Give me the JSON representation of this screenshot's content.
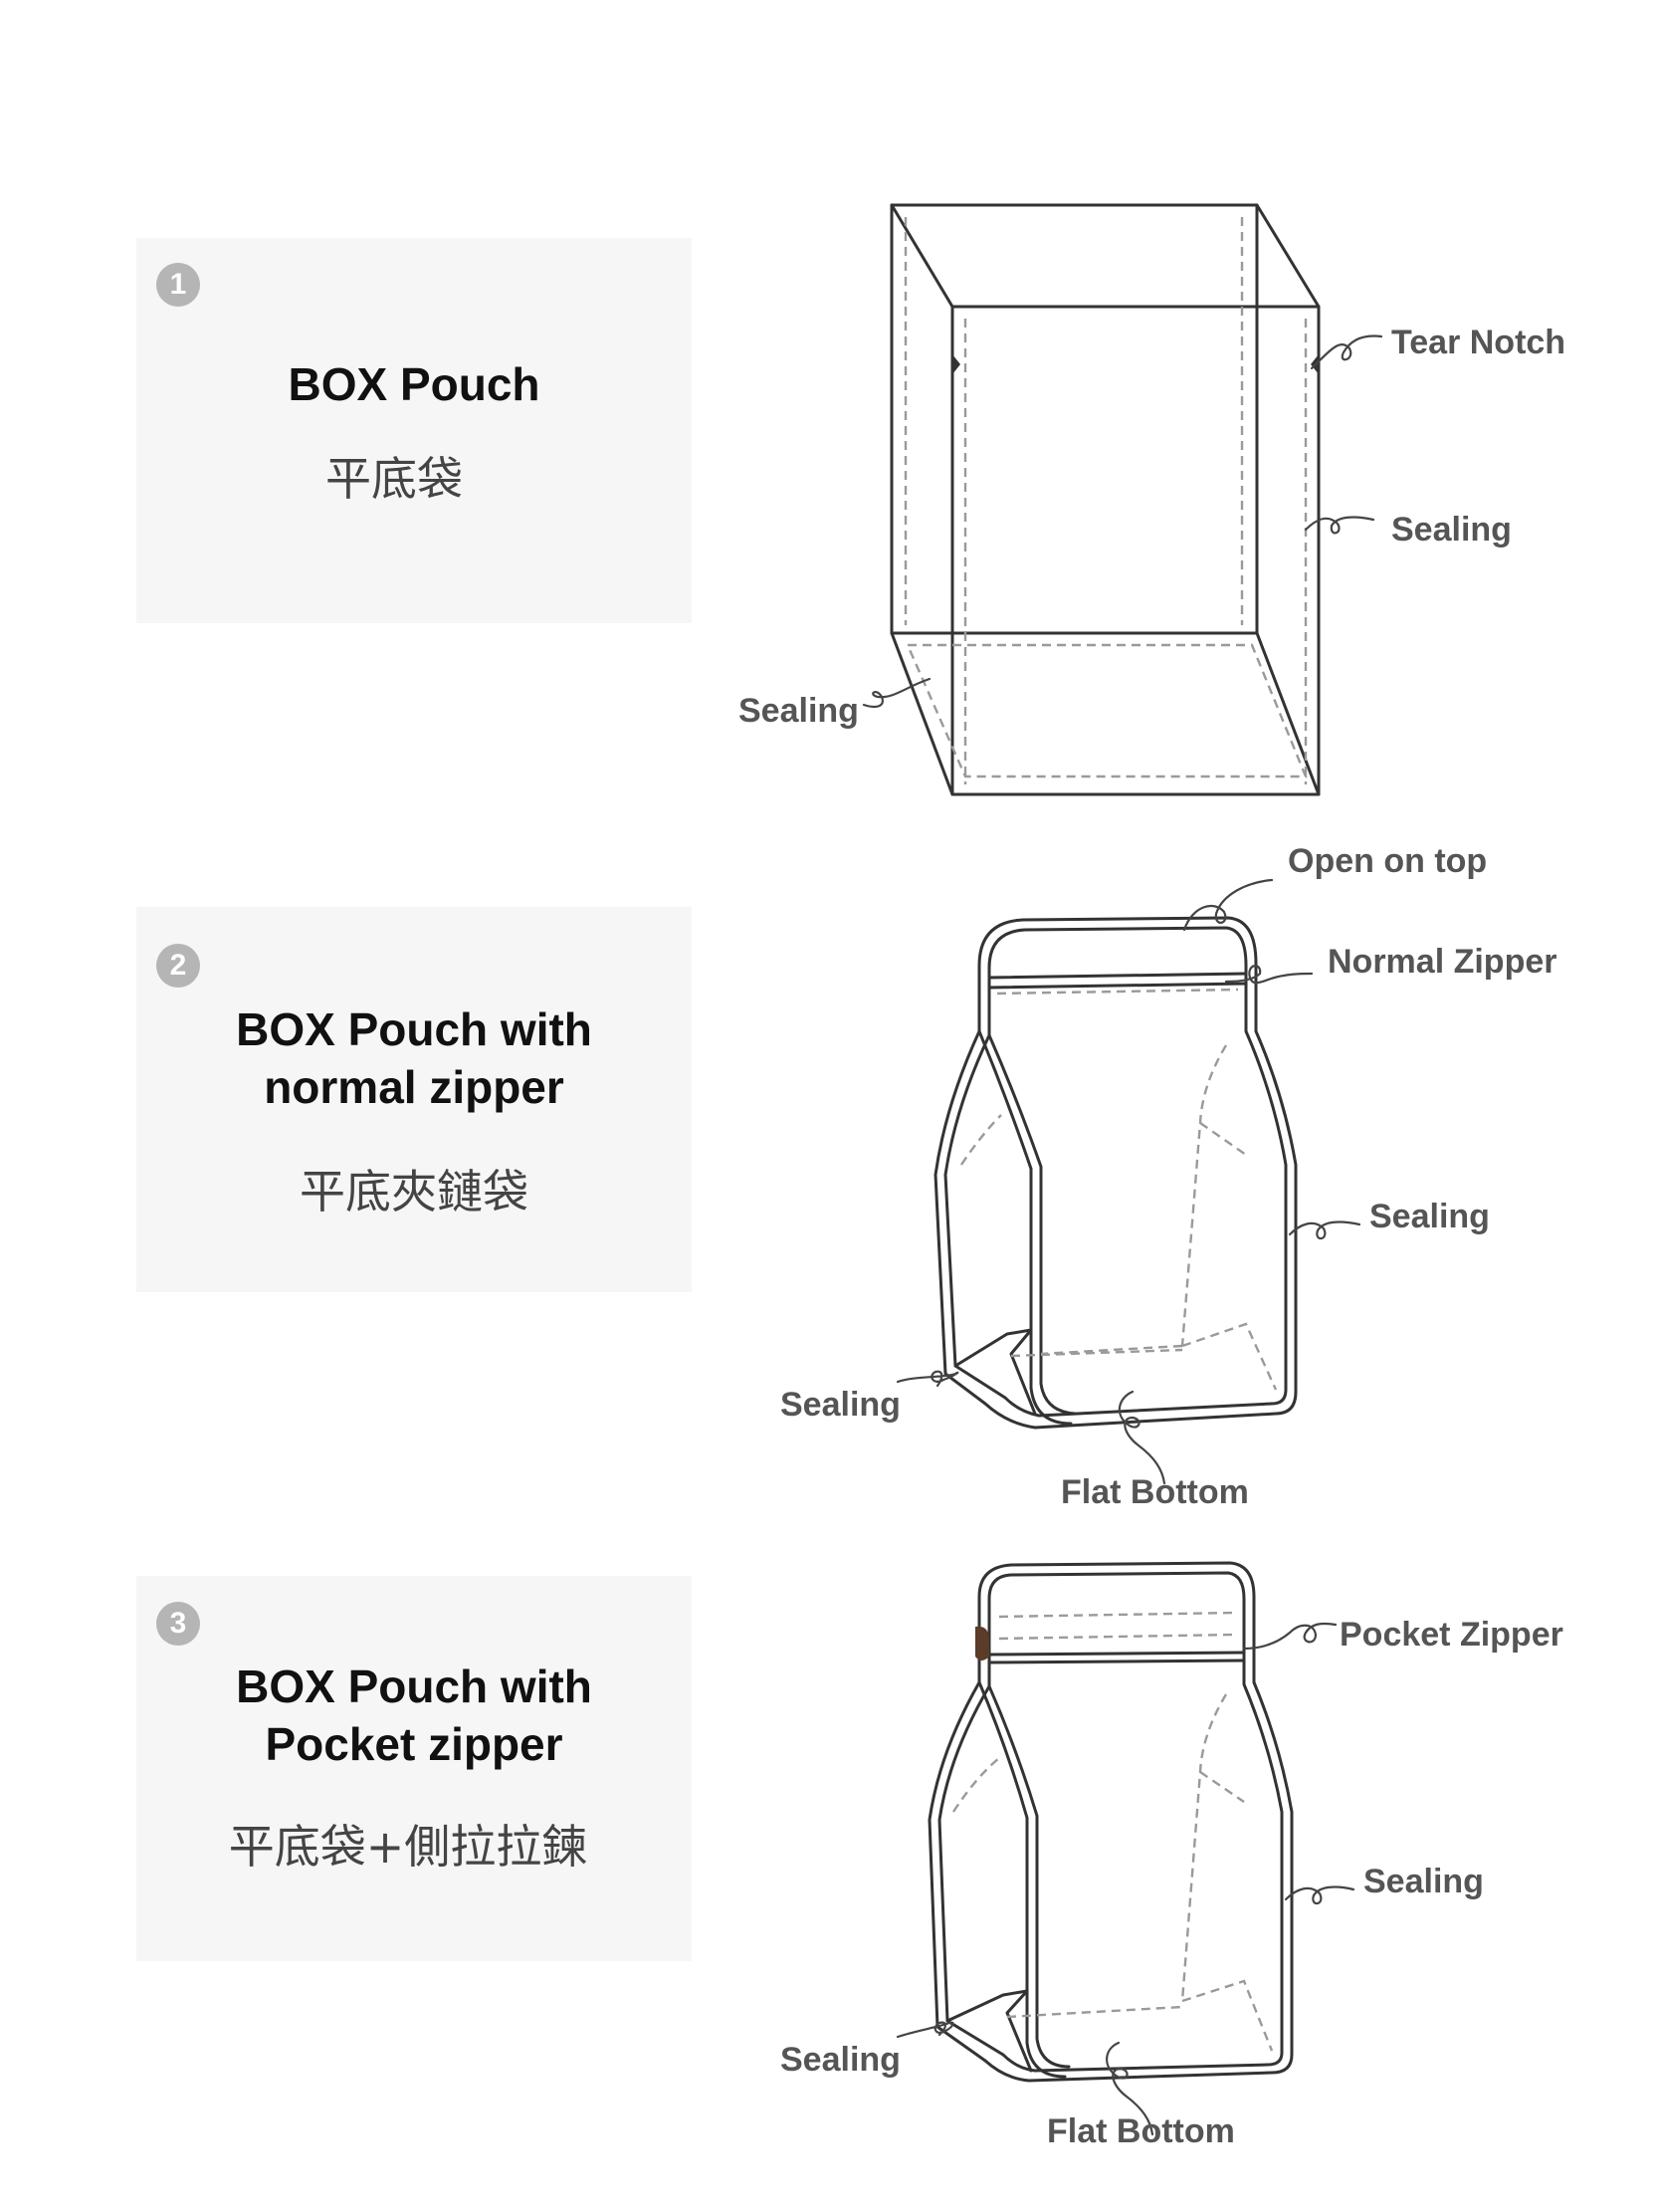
{
  "colors": {
    "panel_bg": "#f6f6f6",
    "badge_bg": "#b5b5b5",
    "outline": "#333333",
    "label": "#555555"
  },
  "items": [
    {
      "number": "1",
      "title_lines": [
        "BOX Pouch"
      ],
      "subtitle": "平底袋",
      "labels": {
        "tear_notch": "Tear Notch",
        "sealing_right": "Sealing",
        "sealing_left": "Sealing"
      }
    },
    {
      "number": "2",
      "title_lines": [
        "BOX Pouch with",
        "normal zipper"
      ],
      "subtitle": "平底夾鏈袋",
      "labels": {
        "open_on_top": "Open on top",
        "zipper": "Normal Zipper",
        "sealing_right": "Sealing",
        "sealing_left": "Sealing",
        "flat_bottom": "Flat Bottom"
      }
    },
    {
      "number": "3",
      "title_lines": [
        "BOX Pouch with",
        "Pocket  zipper"
      ],
      "subtitle": "平底袋+側拉拉鍊",
      "labels": {
        "zipper": "Pocket  Zipper",
        "sealing_right": "Sealing",
        "sealing_left": "Sealing",
        "flat_bottom": "Flat Bottom"
      }
    }
  ]
}
